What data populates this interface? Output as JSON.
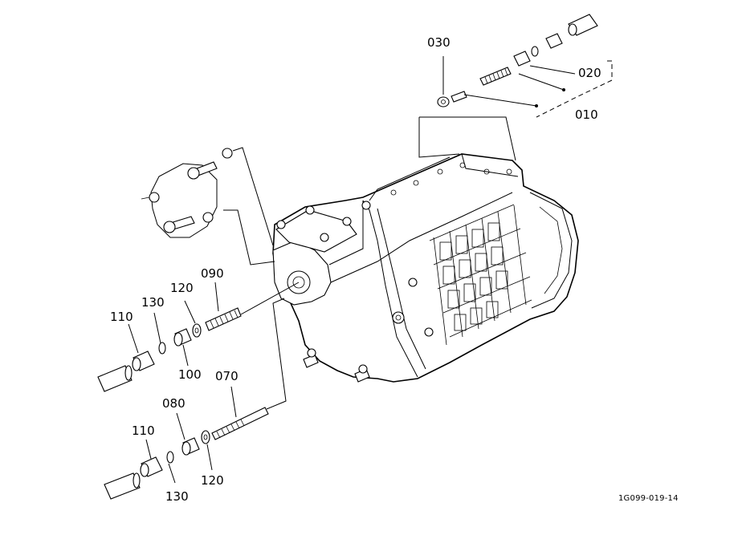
{
  "diagram": {
    "labels": {
      "p010": "010",
      "p020": "020",
      "p030": "030",
      "p070": "070",
      "p080": "080",
      "p090": "090",
      "p100": "100",
      "p110_upper": "110",
      "p110_lower": "110",
      "p120_upper": "120",
      "p120_lower": "120",
      "p130_upper": "130",
      "p130_lower": "130"
    },
    "drawing_code": "1G099-019-14"
  }
}
